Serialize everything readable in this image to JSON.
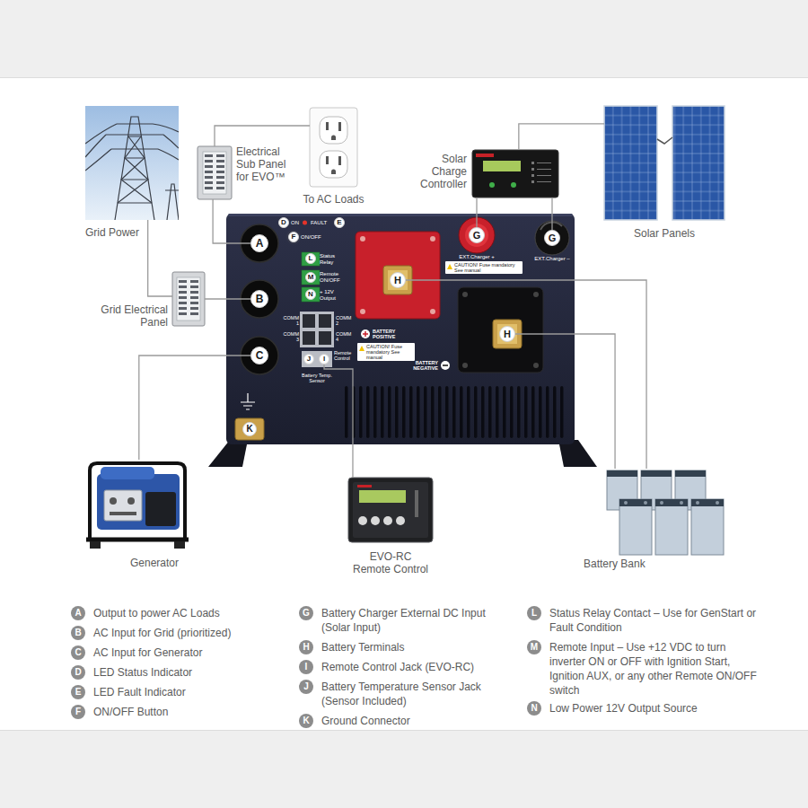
{
  "diagram": {
    "nodes": [
      {
        "text": [
          "Grid Power"
        ]
      },
      {
        "text": [
          "Electrical Sub Panel for EVO™"
        ]
      },
      {
        "text": [
          "To AC Loads"
        ]
      },
      {
        "text": [
          "Solar Charge Controller"
        ]
      },
      {
        "text": [
          "Solar Panels"
        ]
      },
      {
        "text": [
          "D"
        ]
      },
      {
        "text": [
          "E"
        ]
      },
      {
        "text": [
          "F"
        ]
      },
      {
        "text": [
          "A"
        ]
      },
      {
        "text": [
          "G"
        ]
      },
      {
        "text": [
          "G"
        ]
      },
      {
        "text": [
          "L"
        ]
      },
      {
        "text": [
          "H"
        ]
      },
      {
        "text": [
          "M"
        ]
      },
      {
        "text": [
          "N"
        ]
      },
      {
        "text": [
          "B"
        ]
      },
      {
        "text": [
          "Grid Electrical Panel"
        ]
      },
      {
        "text": [
          "H"
        ]
      },
      {
        "text": [
          "J"
        ]
      },
      {
        "text": [
          "I"
        ]
      },
      {
        "text": [
          "C"
        ]
      },
      {
        "text": [
          "K"
        ]
      },
      {
        "text": [
          "Generator"
        ]
      },
      {
        "text": [
          "EVO-RC Remote Control"
        ]
      },
      {
        "text": [
          "Battery Bank"
        ]
      }
    ],
    "edges": [
      {
        "from": 0,
        "to": 16,
        "arrow": "none"
      },
      {
        "from": 16,
        "to": 15,
        "arrow": "none"
      },
      {
        "from": 8,
        "to": 1,
        "arrow": "none"
      },
      {
        "from": 1,
        "to": 2,
        "arrow": "none"
      },
      {
        "from": 22,
        "to": 20,
        "arrow": "none"
      },
      {
        "from": 4,
        "to": 3,
        "arrow": "none"
      },
      {
        "from": 3,
        "to": 9,
        "arrow": "none"
      },
      {
        "from": 3,
        "to": 10,
        "arrow": "none"
      },
      {
        "from": 24,
        "to": 12,
        "arrow": "none"
      },
      {
        "from": 24,
        "to": 17,
        "arrow": "none"
      },
      {
        "from": 23,
        "to": 19,
        "arrow": "none"
      }
    ],
    "labels": [
      "ON",
      "FAULT",
      "ON/OFF",
      "Status Relay",
      "Remote ON/OFF",
      "+ 12V Output",
      "COMM 1",
      "COMM 2",
      "COMM 3",
      "COMM 4",
      "Battery Temp. Sensor",
      "Remote Control",
      "EXT.Charger +",
      "EXT.Charger –",
      "CAUTION! Fuse mandatory See manual",
      "BATTERY POSITIVE",
      "CAUTION! Fuse mandatory See manual",
      "BATTERY NEGATIVE",
      "A",
      "B",
      "C",
      "D",
      "E",
      "F",
      "G",
      "H",
      "I",
      "J",
      "K",
      "L",
      "M",
      "N"
    ],
    "legend": [
      {
        "text": "Output to power AC Loads"
      },
      {
        "text": "AC Input for Grid (prioritized)"
      },
      {
        "text": "AC Input for Generator"
      },
      {
        "text": "LED Status Indicator"
      },
      {
        "text": "LED Fault Indicator"
      },
      {
        "text": "ON/OFF Button"
      },
      {
        "text": "Battery Charger External DC Input (Solar Input)"
      },
      {
        "text": "Battery Terminals"
      },
      {
        "text": "Remote Control Jack (EVO-RC)"
      },
      {
        "text": "Battery Temperature Sensor Jack (Sensor Included)"
      },
      {
        "text": "Ground Connector"
      },
      {
        "text": "Status Relay Contact – Use for GenStart or Fault Condition"
      },
      {
        "text": "Remote Input – Use +12 VDC to turn inverter ON or OFF with Ignition Start, Ignition AUX, or any other Remote ON/OFF switch"
      },
      {
        "text": "Low Power 12V Output Source"
      }
    ]
  }
}
